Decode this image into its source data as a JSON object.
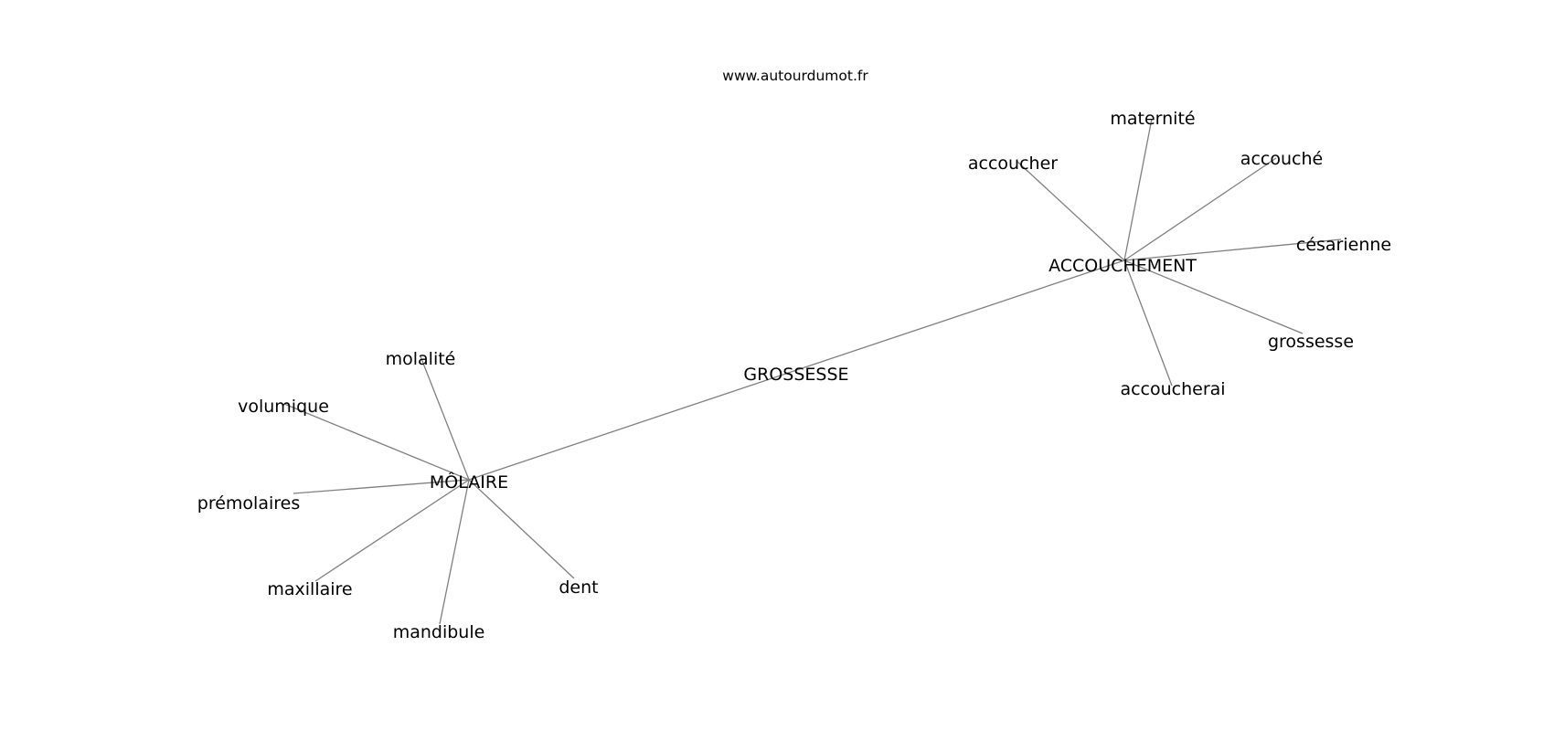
{
  "watermark": "www.autourdumot.fr",
  "graph": {
    "nodes": [
      {
        "id": "GROSSESSE",
        "label": "GROSSESSE"
      },
      {
        "id": "ACCOUCHEMENT",
        "label": "ACCOUCHEMENT"
      },
      {
        "id": "MOLAIRE",
        "label": "MÔLAIRE"
      },
      {
        "id": "maternite",
        "label": "maternité"
      },
      {
        "id": "accoucher",
        "label": "accoucher"
      },
      {
        "id": "accouche",
        "label": "accouché"
      },
      {
        "id": "cesarienne",
        "label": "césarienne"
      },
      {
        "id": "grossesse",
        "label": "grossesse"
      },
      {
        "id": "accoucherai",
        "label": "accoucherai"
      },
      {
        "id": "molalite",
        "label": "molalité"
      },
      {
        "id": "volumique",
        "label": "volumique"
      },
      {
        "id": "premolaires",
        "label": "prémolaires"
      },
      {
        "id": "maxillaire",
        "label": "maxillaire"
      },
      {
        "id": "mandibule",
        "label": "mandibule"
      },
      {
        "id": "dent",
        "label": "dent"
      }
    ],
    "edges": [
      [
        "ACCOUCHEMENT",
        "MOLAIRE"
      ],
      [
        "ACCOUCHEMENT",
        "maternite"
      ],
      [
        "ACCOUCHEMENT",
        "accoucher"
      ],
      [
        "ACCOUCHEMENT",
        "accouche"
      ],
      [
        "ACCOUCHEMENT",
        "cesarienne"
      ],
      [
        "ACCOUCHEMENT",
        "grossesse"
      ],
      [
        "ACCOUCHEMENT",
        "accoucherai"
      ],
      [
        "MOLAIRE",
        "molalite"
      ],
      [
        "MOLAIRE",
        "volumique"
      ],
      [
        "MOLAIRE",
        "premolaires"
      ],
      [
        "MOLAIRE",
        "maxillaire"
      ],
      [
        "MOLAIRE",
        "mandibule"
      ],
      [
        "MOLAIRE",
        "dent"
      ]
    ]
  }
}
